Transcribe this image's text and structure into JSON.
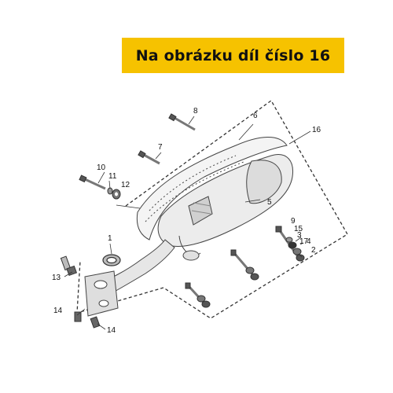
{
  "banner": {
    "text": "Na obrázku díl číslo 16"
  },
  "callouts": {
    "c1": "1",
    "c2": "2",
    "c3": "3",
    "c4": "4",
    "c5": "5",
    "c6": "6",
    "c7": "7",
    "c8": "8",
    "c9": "9",
    "c10": "10",
    "c11": "11",
    "c12": "12",
    "c13": "13",
    "c14a": "14",
    "c14b": "14",
    "c15": "15",
    "c16": "16",
    "c17": "17"
  },
  "colors": {
    "banner": "#f6c200",
    "line": "#333333"
  }
}
